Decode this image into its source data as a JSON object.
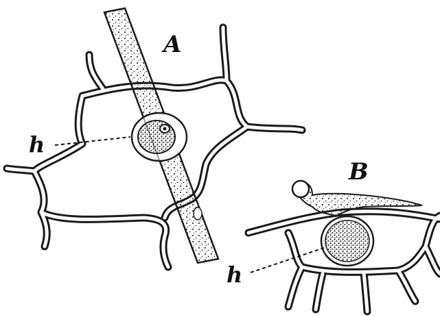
{
  "figure": {
    "panel_a": {
      "label": "A",
      "nucleus_label": "h"
    },
    "panel_b": {
      "label": "B",
      "nucleus_label": "h"
    }
  }
}
